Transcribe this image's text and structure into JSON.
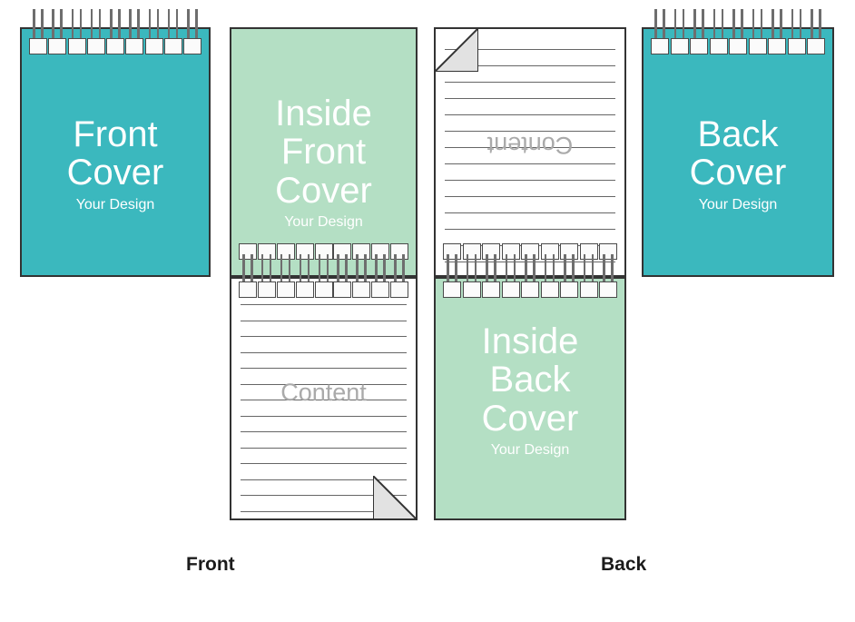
{
  "diagram": {
    "title_hidden": "",
    "colors": {
      "cover": "#3BB8BE",
      "inside_cover": "#B4DFC4",
      "page": "#FFFFFF",
      "outline": "#333333",
      "rule_line": "#666666",
      "content_text": "#AAAAAA",
      "ring_fill": "#FBFBFB",
      "ring_stroke": "#4A4A4A",
      "fold_fill": "#E2E2E2",
      "label_text": "#1B1B1B",
      "cover_text": "#FFFFFF"
    },
    "panels": [
      {
        "id": "front-cover",
        "type": "cover",
        "title_line1": "Front",
        "title_line2": "Cover",
        "subtitle": "Your Design",
        "binding_position": "top",
        "ring_count": 9
      },
      {
        "id": "inside-front-cover",
        "type": "inside-cover",
        "title_line1": "Inside",
        "title_line2": "Front",
        "title_line3": "Cover",
        "subtitle": "Your Design",
        "binding_position": "bottom",
        "ring_count": 9
      },
      {
        "id": "front-content-page",
        "type": "lined-page",
        "watermark": "Content",
        "rotated": false,
        "line_count": 14,
        "fold_corner": "bottom-right"
      },
      {
        "id": "back-content-page",
        "type": "lined-page",
        "watermark": "Content",
        "rotated": true,
        "line_count": 14,
        "fold_corner": "top-left"
      },
      {
        "id": "inside-back-cover",
        "type": "inside-cover",
        "title_line1": "Inside",
        "title_line2": "Back",
        "title_line3": "Cover",
        "subtitle": "Your Design",
        "binding_position": "top",
        "ring_count": 9
      },
      {
        "id": "back-cover",
        "type": "cover",
        "title_line1": "Back",
        "title_line2": "Cover",
        "subtitle": "Your Design",
        "binding_position": "top",
        "ring_count": 9
      }
    ],
    "footer_labels": {
      "front": "Front",
      "back": "Back"
    }
  }
}
